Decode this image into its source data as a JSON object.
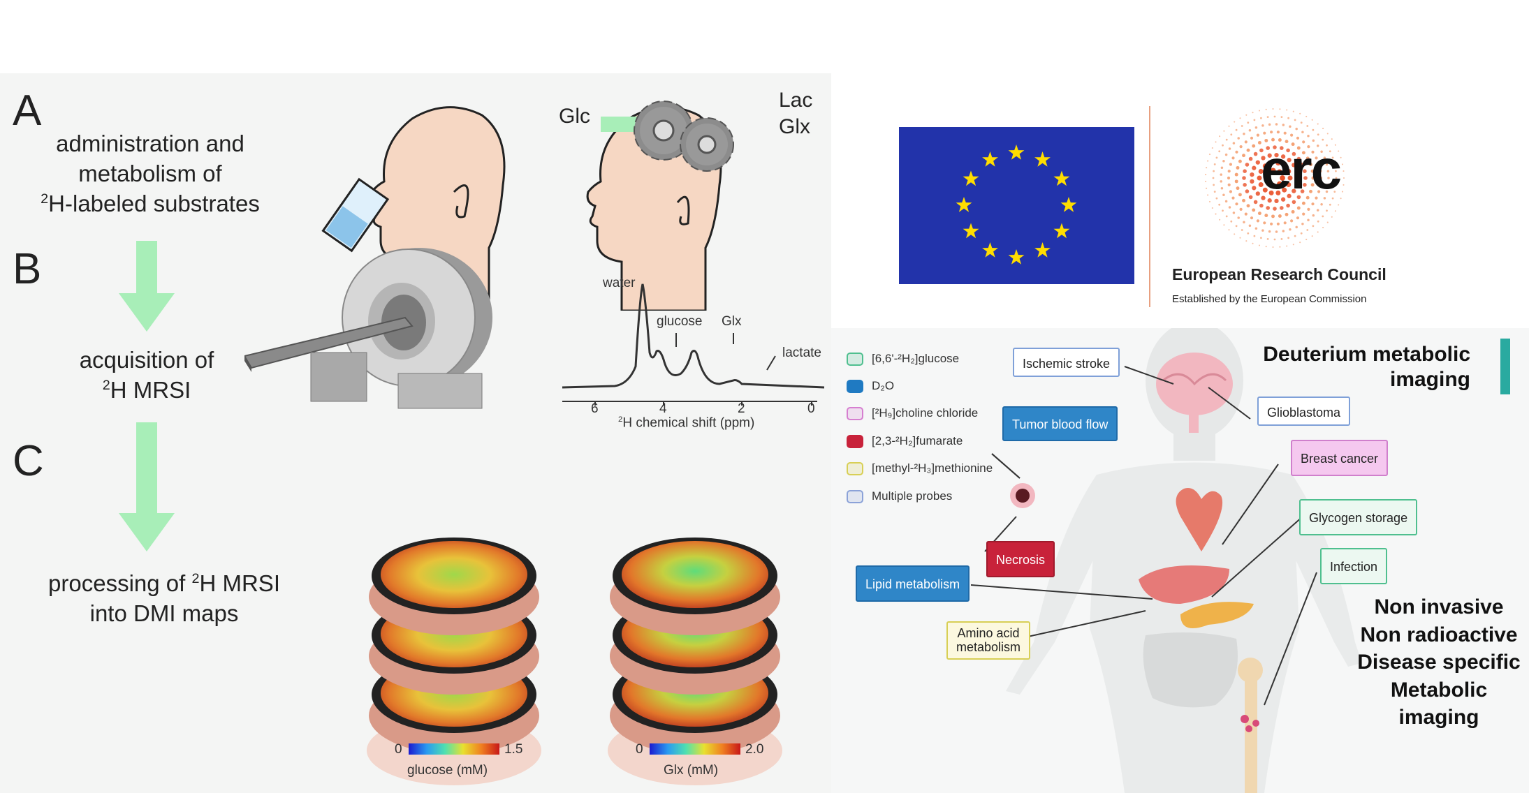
{
  "left_panel": {
    "step_a": {
      "letter": "A",
      "text_line1": "administration and",
      "text_line2": "metabolism of",
      "text_line3_sup": "2",
      "text_line3": "H-labeled substrates"
    },
    "metabolism_labels": {
      "input": "Glc",
      "output1": "Lac",
      "output2": "Glx"
    },
    "step_b": {
      "letter": "B",
      "text_line1": "acquisition of",
      "text_line2_sup": "2",
      "text_line2": "H MRSI"
    },
    "spectrum": {
      "peaks": [
        "water",
        "glucose",
        "Glx",
        "lactate"
      ],
      "ticks": [
        "6",
        "4",
        "2",
        "0"
      ],
      "xlabel_sup": "2",
      "xlabel": "H chemical shift (ppm)"
    },
    "step_c": {
      "letter": "C",
      "text_line1_pre": "processing of ",
      "text_line1_sup": "2",
      "text_line1_post": "H MRSI",
      "text_line2": "into DMI maps"
    },
    "colorbar_glucose": {
      "min": "0",
      "max": "1.5",
      "label": "glucose (mM)"
    },
    "colorbar_glx": {
      "min": "0",
      "max": "2.0",
      "label": "Glx (mM)"
    }
  },
  "logos": {
    "eu_flag_color": "#2233aa",
    "star_color": "#ffdd00",
    "erc_text": "erc",
    "erc_name": "European Research Council",
    "erc_sub": "Established by the European Commission"
  },
  "right_panel": {
    "title_line1": "Deuterium metabolic",
    "title_line2": "imaging",
    "legend": [
      {
        "label": "[6,6'-²H₂]glucose",
        "color": "#4fbf8f"
      },
      {
        "label": "D₂O",
        "color": "#1f7ac2"
      },
      {
        "label": "[²H₉]choline chloride",
        "color": "#d67fd0"
      },
      {
        "label": "[2,3-²H₂]fumarate",
        "color": "#c8223a"
      },
      {
        "label": "[methyl-²H₃]methionine",
        "color": "#d8cf55"
      },
      {
        "label": "Multiple probes",
        "color": "#8ba2d8"
      }
    ],
    "labels": {
      "ischemic_stroke": "Ischemic stroke",
      "glioblastoma": "Glioblastoma",
      "tumor_blood_flow": "Tumor blood flow",
      "breast_cancer": "Breast cancer",
      "glycogen_storage": "Glycogen storage",
      "necrosis": "Necrosis",
      "infection": "Infection",
      "lipid_metabolism": "Lipid metabolism",
      "amino_acid_1": "Amino acid",
      "amino_acid_2": "metabolism"
    },
    "features": [
      "Non invasive",
      "Non radioactive",
      "Disease specific",
      "Metabolic",
      "imaging"
    ]
  }
}
